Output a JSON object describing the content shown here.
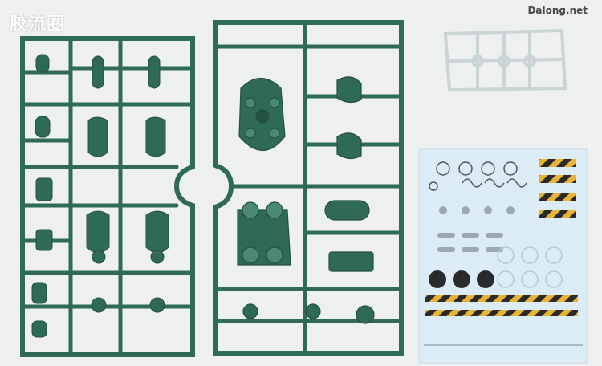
{
  "watermarks": {
    "left": "胶流圈",
    "right": "Dalong.net"
  },
  "colors": {
    "background": "#eef0ef",
    "runner_green": "#2f6a57",
    "runner_green_dark": "#24503f",
    "runner_green_light": "#4a8a73",
    "clear_runner": "#dfe6e8",
    "decal_sheet": "#dcecf7",
    "hazard_yellow": "#e8b436",
    "hazard_black": "#2a2a2a"
  },
  "scene": {
    "left_runner": "green-runner-left",
    "right_runner": "green-runner-right",
    "clear_part": "clear-runner",
    "decal": "decal-sheet"
  }
}
